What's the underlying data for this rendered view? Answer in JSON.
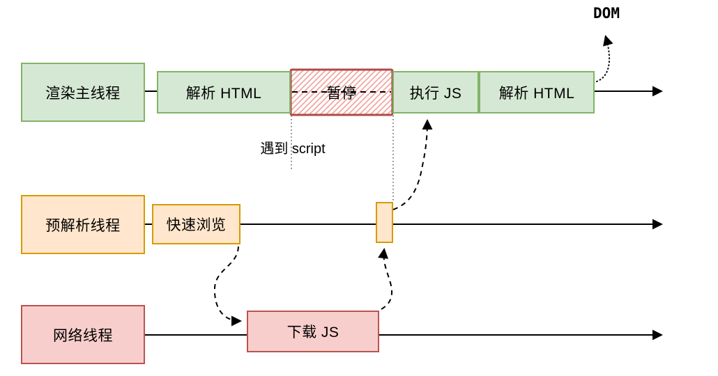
{
  "colors": {
    "green_fill": "#d5e8d4",
    "green_border": "#82b366",
    "orange_fill": "#ffe6cc",
    "orange_border": "#d79b00",
    "red_fill": "#f8cecc",
    "red_border": "#b85450",
    "pause_border": "#b04a45",
    "hatch_stroke": "#f0a8a1",
    "line": "#000000",
    "guide_dotted": "#555555"
  },
  "lanes": [
    {
      "key": "render-main",
      "label": "渲染主线程",
      "color": "green"
    },
    {
      "key": "preparse",
      "label": "预解析线程",
      "color": "orange"
    },
    {
      "key": "network",
      "label": "网络线程",
      "color": "red"
    }
  ],
  "segments": {
    "parse_html_1": "解析 HTML",
    "pause": "暂停",
    "execute_js": "执行 JS",
    "parse_html_2": "解析 HTML",
    "quick_scan": "快速浏览",
    "download_js": "下载 JS"
  },
  "annotations": {
    "dom": "DOM",
    "encounter_script": "遇到 script"
  }
}
